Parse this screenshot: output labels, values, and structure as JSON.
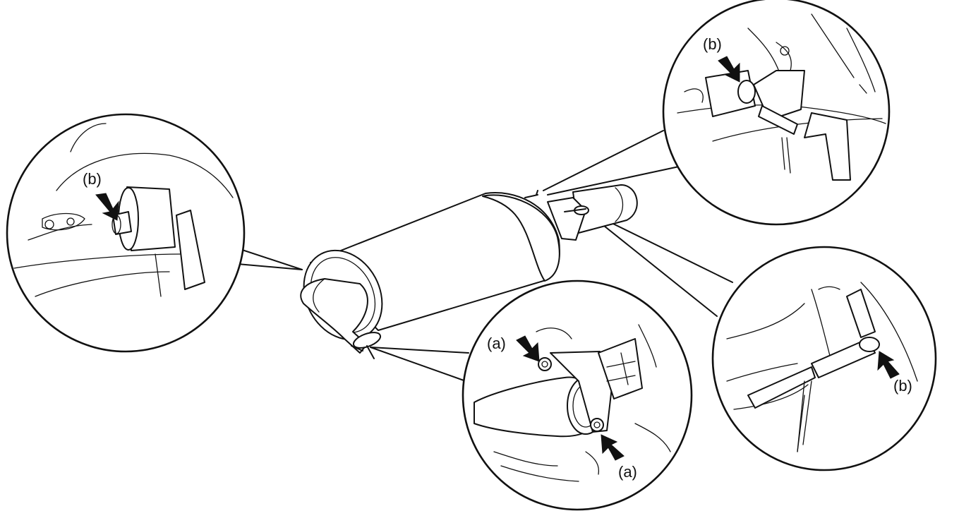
{
  "callouts": {
    "left": {
      "label": "(b)"
    },
    "top_right": {
      "label": "(b)"
    },
    "right": {
      "label": "(b)"
    },
    "bottom": {
      "label_top": "(a)",
      "label_bottom": "(a)"
    }
  },
  "colors": {
    "line": "#111111",
    "background": "#ffffff"
  }
}
